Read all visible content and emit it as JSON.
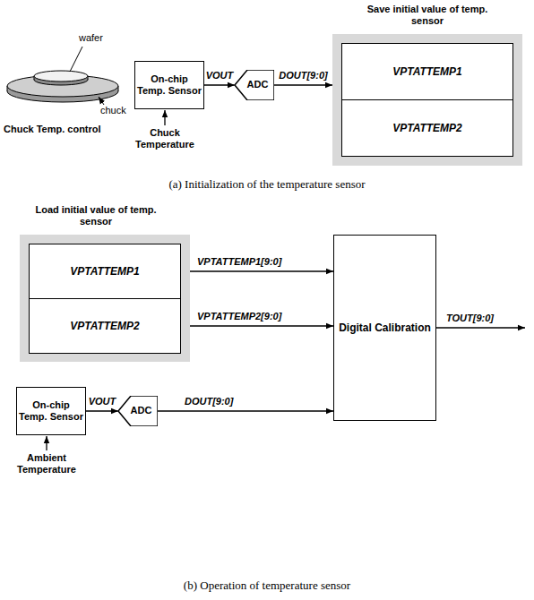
{
  "diagram": {
    "nodes": [
      {
        "text": [
          "On-chip Temp. Sensor"
        ]
      },
      {
        "text": [
          "ADC"
        ]
      },
      {
        "text": [
          "Save initial value of temp. sensor"
        ]
      },
      {
        "text": [
          "VPTATTEMP1"
        ],
        "in": 2
      },
      {
        "text": [
          "VPTATTEMP2"
        ],
        "in": 2
      },
      {
        "text": [
          "Load initial value of temp. sensor"
        ]
      },
      {
        "text": [
          "VPTATTEMP1"
        ],
        "in": 5
      },
      {
        "text": [
          "VPTATTEMP2"
        ],
        "in": 5
      },
      {
        "text": [
          "Digital Calibration"
        ]
      },
      {
        "text": [
          "On-chip Temp. Sensor"
        ]
      },
      {
        "text": [
          "ADC"
        ]
      }
    ],
    "edges": [
      {
        "from": 0,
        "to": 1,
        "label": "VOUT",
        "arrow": "to"
      },
      {
        "from": 1,
        "to": 2,
        "label": "DOUT[9:0]",
        "arrow": "to"
      },
      {
        "from": 6,
        "to": 8,
        "label": "VPTATTEMP1[9:0]",
        "arrow": "to"
      },
      {
        "from": 7,
        "to": 8,
        "label": "VPTATTEMP2[9:0]",
        "arrow": "to"
      },
      {
        "from": 9,
        "to": 10,
        "label": "VOUT",
        "arrow": "to"
      },
      {
        "from": 10,
        "to": 8,
        "label": "DOUT[9:0]",
        "arrow": "to"
      }
    ],
    "labels": [
      "wafer",
      "chuck",
      "Chuck Temp. control",
      "Chuck Temperature",
      "(a) Initialization of the temperature sensor",
      "Ambient Temperature",
      "TOUT[9:0]",
      "(b) Operation of temperature sensor"
    ]
  }
}
